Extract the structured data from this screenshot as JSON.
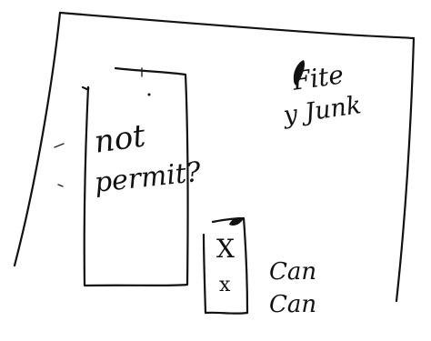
{
  "sketch": {
    "note_top_line1": "Fite",
    "note_top_line2": "y Junk",
    "panel_label_line1": "not",
    "panel_label_line2": "permit?",
    "box_mark_1": "X",
    "box_mark_2": "x",
    "side_label_1": "Can",
    "side_label_2": "Can"
  }
}
